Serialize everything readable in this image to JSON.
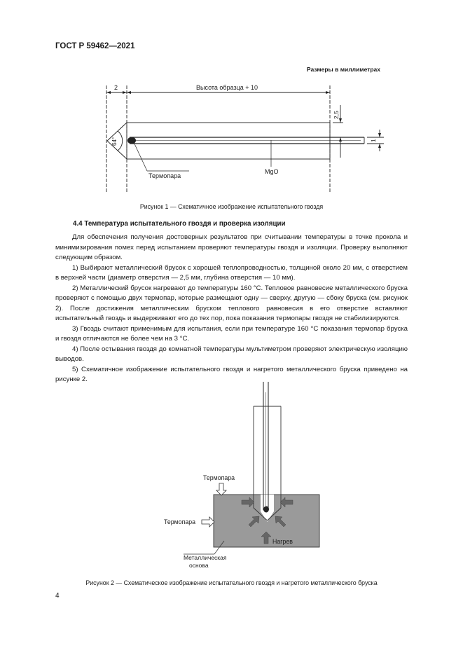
{
  "header": {
    "standard": "ГОСТ Р 59462—2021"
  },
  "dims_note": "Размеры в миллиметрах",
  "figure1": {
    "dim_left": "2",
    "dim_top": "Высота образца + 10",
    "dim_right_1": "2,5",
    "dim_right_2": "1",
    "angle": "64°",
    "label_thermocouple": "Термопара",
    "label_mgo": "MgO",
    "caption": "Рисунок 1 — Схематичное изображение испытательного гвоздя"
  },
  "section": {
    "title": "4.4 Температура испытательного гвоздя и проверка изоляции"
  },
  "paragraphs": [
    "Для обеспечения получения достоверных результатов при считывании температуры в точке прокола и минимизирования помех перед испытанием проверяют температуры гвоздя и изоляции. Проверку выполняют следующим образом.",
    "1) Выбирают металлический брусок с хорошей теплопроводностью, толщиной около 20 мм, с отверстием в верхней части (диаметр отверстия — 2,5 мм, глубина отверстия — 10 мм).",
    "2) Металлический брусок нагревают до температуры 160 °С. Тепловое равновесие металлического бруска проверяют с помощью двух термопар, которые размещают одну — сверху, другую — сбоку бруска (см. рисунок 2). После достижения металлическим бруском теплового равновесия в его отверстие вставляют испытательный гвоздь и выдерживают его до тех пор, пока показания термопары гвоздя не стабилизируются.",
    "3) Гвоздь считают применимым для испытания, если при температуре 160 °С показания термопар бруска и гвоздя отличаются не более чем на 3 °С.",
    "4) После остывания гвоздя до комнатной температуры мультиметром проверяют электрическую изоляцию выводов.",
    "5) Схематичное изображение испытательного гвоздя и нагретого металлического бруска приведено на рисунке 2."
  ],
  "figure2": {
    "label_top_tc": "Термопара",
    "label_side_tc": "Термопара",
    "label_heat": "Нагрев",
    "label_base_1": "Металлическая",
    "label_base_2": "основа",
    "caption": "Рисунок 2 — Схематическое изображение испытательного гвоздя и нагретого металлического бруска"
  },
  "page_number": "4"
}
